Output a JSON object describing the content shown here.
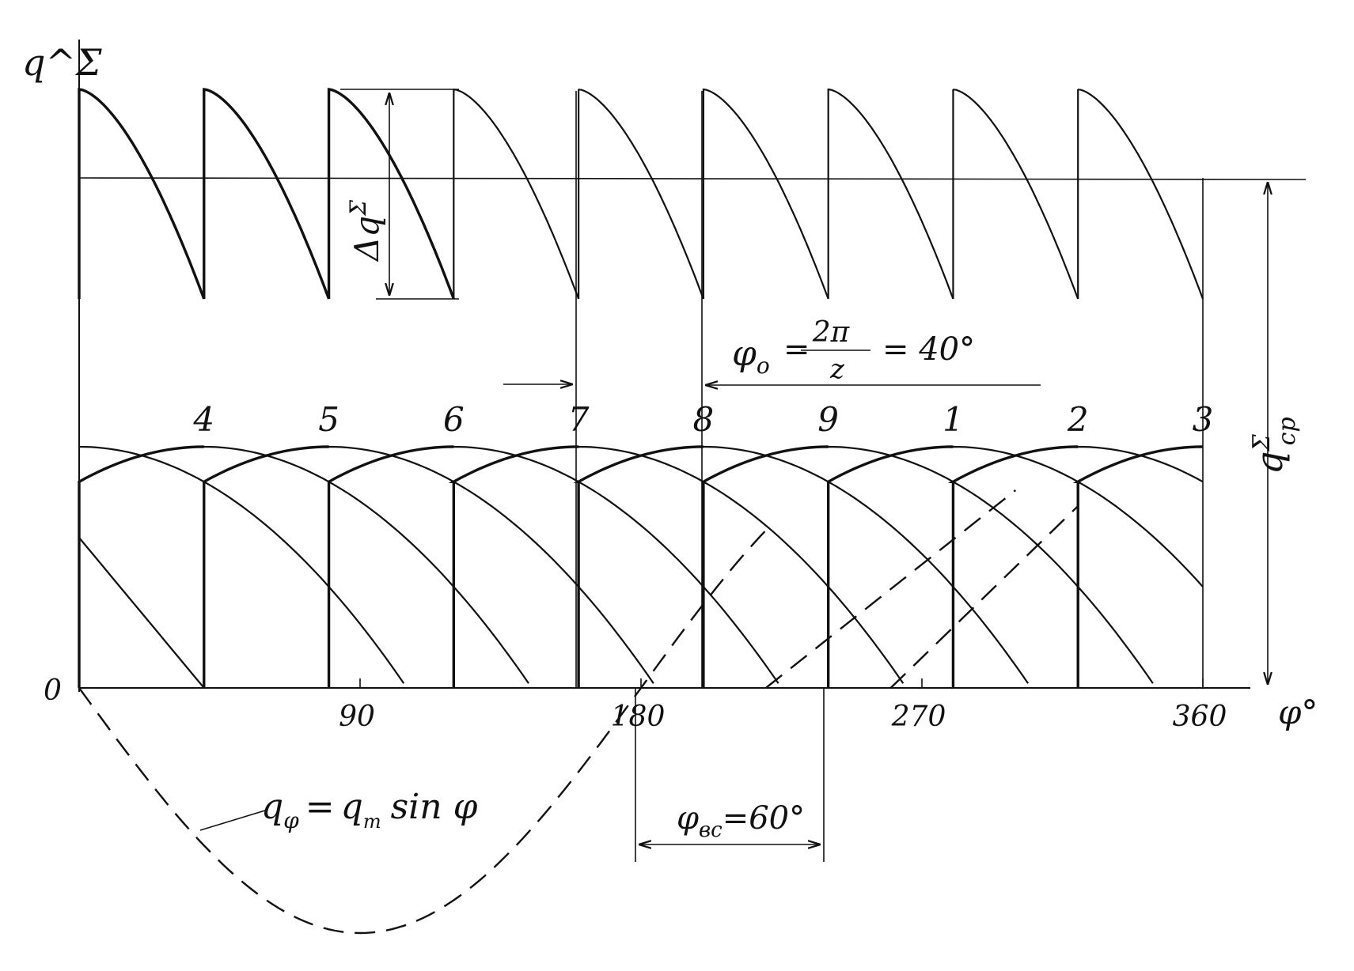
{
  "chart_data": {
    "type": "line",
    "title": "",
    "x_unit_label": "φ°",
    "y_label": "q^Σ",
    "origin_label": "0",
    "xlim": [
      0,
      360
    ],
    "x_ticks": [
      90,
      180,
      270,
      360
    ],
    "z": 9,
    "phi0_deg": 40,
    "phi_inlet_deg": 60,
    "piston_labels": [
      "4",
      "5",
      "6",
      "7",
      "8",
      "9",
      "1",
      "2",
      "3"
    ],
    "series": [
      {
        "name": "q_φ = q_m sin φ",
        "kind": "dashed",
        "function": "sin",
        "relative_amplitude": -1.0
      },
      {
        "kind": "piston_arcs",
        "relative_peak": 1.0,
        "relative_start": 0.8
      },
      {
        "kind": "summary_sawtooth",
        "relative_max": 1.0,
        "relative_min": 0.62
      }
    ],
    "annotations": {
      "delta_q": {
        "main": "Δq",
        "sup": "Σ"
      },
      "q_avg": {
        "main": "q",
        "sup": "Σ",
        "sub": "ср"
      },
      "phi0": {
        "lhs": "φ",
        "lhs_sub": "o",
        "eq1": "=",
        "num": "2π",
        "den": "z",
        "eq2": "= 40°"
      },
      "phi_inlet": {
        "lhs": "φ",
        "lhs_sub": "вс",
        "rhs": "=60°"
      },
      "formula": {
        "q": "q",
        "q_sub": "φ",
        "eq": "=",
        "q2": "q",
        "q2_sub": "m",
        "rest": "sin φ"
      }
    }
  }
}
